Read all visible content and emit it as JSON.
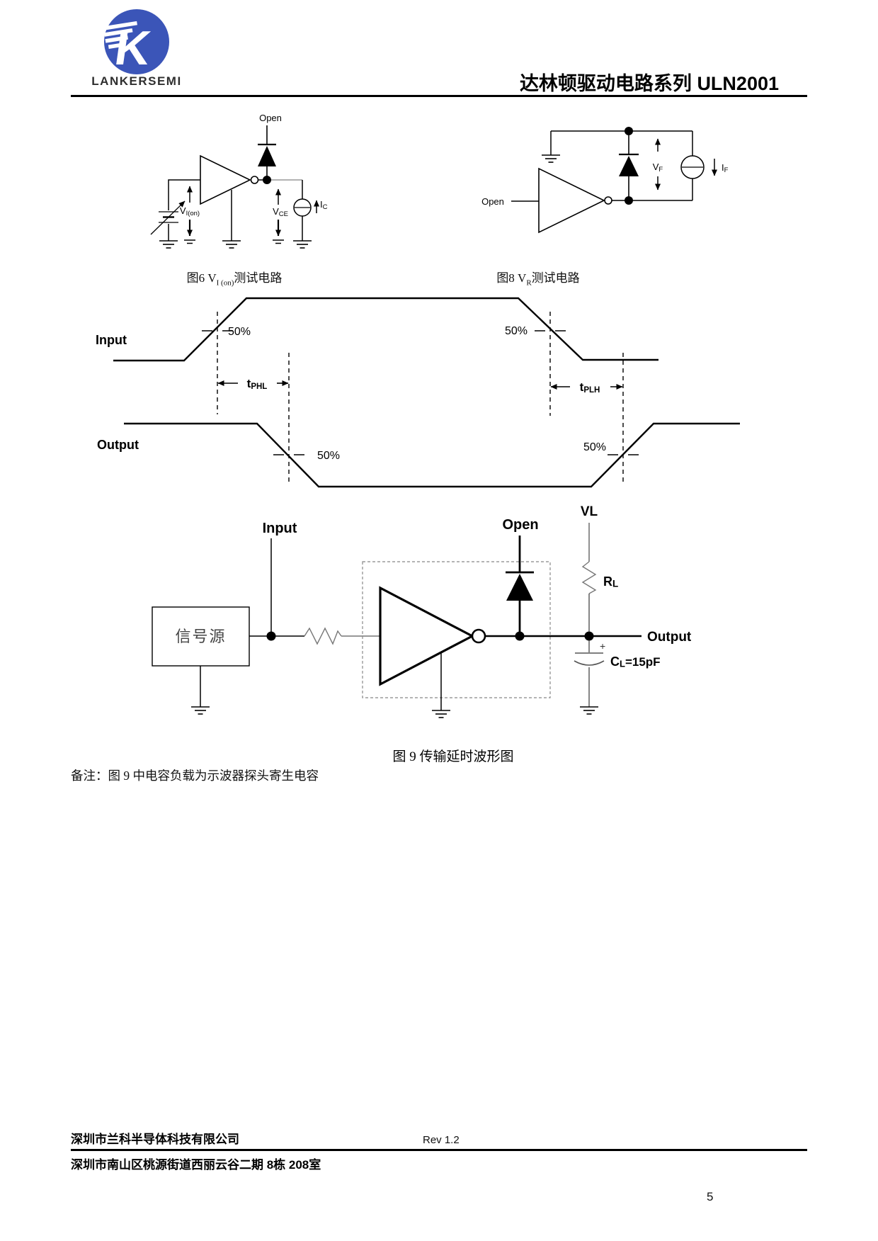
{
  "header": {
    "brand": "LANKERSEMI",
    "title": "达林顿驱动电路系列 ULN2001",
    "logo_blue": "#3b55b8"
  },
  "fig6": {
    "open": "Open",
    "v_on_main": "V",
    "v_on_sub": "I(on)",
    "vce_main": "V",
    "vce_sub": "CE",
    "ic_main": "I",
    "ic_sub": "C",
    "caption_pre": "图6 V",
    "caption_sub": "I (on)",
    "caption_post": "测试电路"
  },
  "fig8": {
    "open": "Open",
    "vf_main": "V",
    "vf_sub": "F",
    "if_main": "I",
    "if_sub": "F",
    "caption_pre": "图8 V",
    "caption_sub": "R",
    "caption_post": "测试电路"
  },
  "waveform": {
    "input": "Input",
    "output": "Output",
    "pct1": "50%",
    "pct2": "50%",
    "pct3": "50%",
    "pct4": "50%",
    "tphl_main": "t",
    "tphl_sub": "PHL",
    "tplh_main": "t",
    "tplh_sub": "PLH"
  },
  "fig9": {
    "input": "Input",
    "source": "信号源",
    "open": "Open",
    "vl": "VL",
    "rl_main": "R",
    "rl_sub": "L",
    "output": "Output",
    "plus": "+",
    "cl_main": "C",
    "cl_sub": "L",
    "cl_value": "=15pF",
    "caption": "图 9 传输延时波形图"
  },
  "note": "备注：图 9 中电容负载为示波器探头寄生电容",
  "footer": {
    "company": "深圳市兰科半导体科技有限公司",
    "revision": "Rev 1.2",
    "address": "深圳市南山区桃源街道西丽云谷二期 8栋 208室",
    "page": "5"
  }
}
